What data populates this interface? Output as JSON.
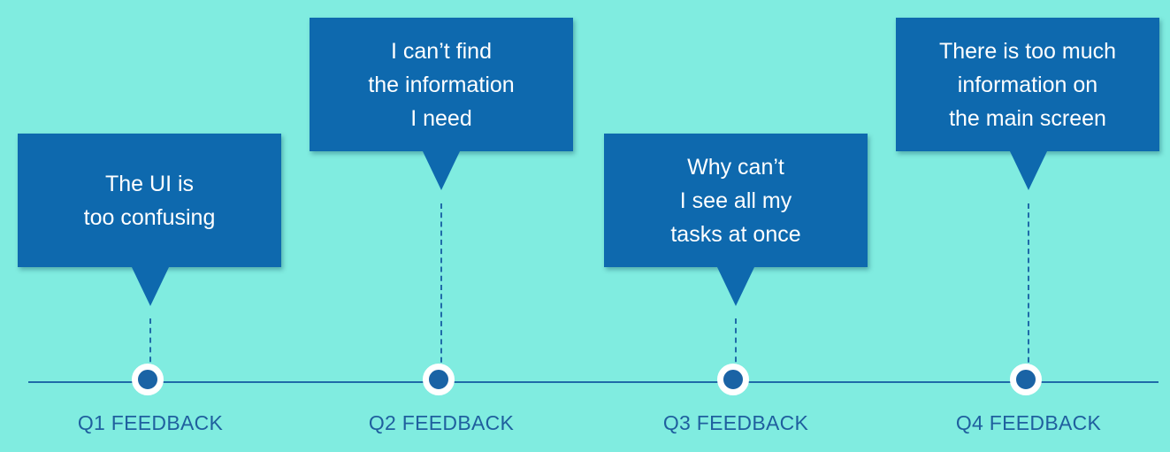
{
  "colors": {
    "background": "#80ECE0",
    "bubble": "#0E69AE",
    "line": "#1F6BA8",
    "label": "#1F5F9E",
    "node_ring": "#FFFFFF"
  },
  "milestones": [
    {
      "label": "Q1 FEEDBACK",
      "lines": [
        "The UI is",
        "too confusing"
      ]
    },
    {
      "label": "Q2 FEEDBACK",
      "lines": [
        "I can’t find",
        "the information",
        "I need"
      ]
    },
    {
      "label": "Q3 FEEDBACK",
      "lines": [
        "Why can’t",
        "I see all my",
        "tasks at once"
      ]
    },
    {
      "label": "Q4 FEEDBACK",
      "lines": [
        "There is too much",
        "information on",
        "the main screen"
      ]
    }
  ]
}
